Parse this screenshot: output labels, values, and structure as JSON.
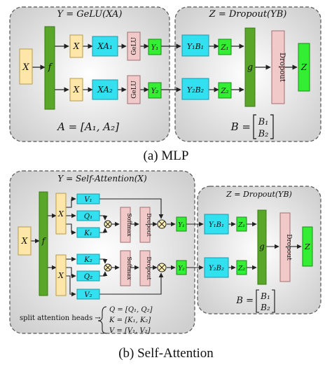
{
  "mlp": {
    "y_title": "Y = GeLU(XA)",
    "z_title": "Z = Dropout(YB)",
    "x": "X",
    "f": "f",
    "x1": "X",
    "x2": "X",
    "xa1": "XA₁",
    "xa2": "XA₂",
    "gelu1": "GeLU",
    "gelu2": "GeLU",
    "y1": "Y₁",
    "y2": "Y₂",
    "y1b1": "Y₁B₁",
    "y2b2": "Y₂B₂",
    "z1": "Z₁",
    "z2": "Z₂",
    "g": "g",
    "dropout": "Dropout",
    "z": "Z",
    "a_eq": "A = [A₁, A₂]",
    "b_eq": "B =",
    "b1": "B₁",
    "b2": "B₂",
    "caption": "(a) MLP"
  },
  "attn": {
    "y_title": "Y = Self-Attention(X)",
    "z_title": "Z = Dropout(YB)",
    "x": "X",
    "f": "f",
    "x1": "X",
    "x2": "X",
    "v1": "V₁",
    "q1": "Q₁",
    "k1": "K₁",
    "k2": "K₂",
    "q2": "Q₂",
    "v2": "V₂",
    "softmax1": "Softmax",
    "softmax2": "Softmax",
    "dropout1": "Dropout",
    "dropout2": "Dropout",
    "y1": "Y₁",
    "y2": "Y₂",
    "y1b1": "Y₁B₁",
    "y2b2": "Y₂B₂",
    "z1": "Z₁",
    "z2": "Z₂",
    "g": "g",
    "dropout": "Dropout",
    "z": "Z",
    "split_label": "split attention heads →",
    "q_eq": "Q = [Q₁, Q₂]",
    "k_eq": "K = [K₁, K₂]",
    "v_eq": "V = [V₁, V₂]",
    "b_eq": "B =",
    "b1": "B₁",
    "b2": "B₂",
    "caption": "(b) Self-Attention"
  },
  "colors": {
    "input_fill": "#fde6a8",
    "dark_green": "#5aa628",
    "cyan": "#33e0f0",
    "bright_green": "#33ee33",
    "pink": "#f1c9c9",
    "panel_gray": "#dcdcdc"
  }
}
